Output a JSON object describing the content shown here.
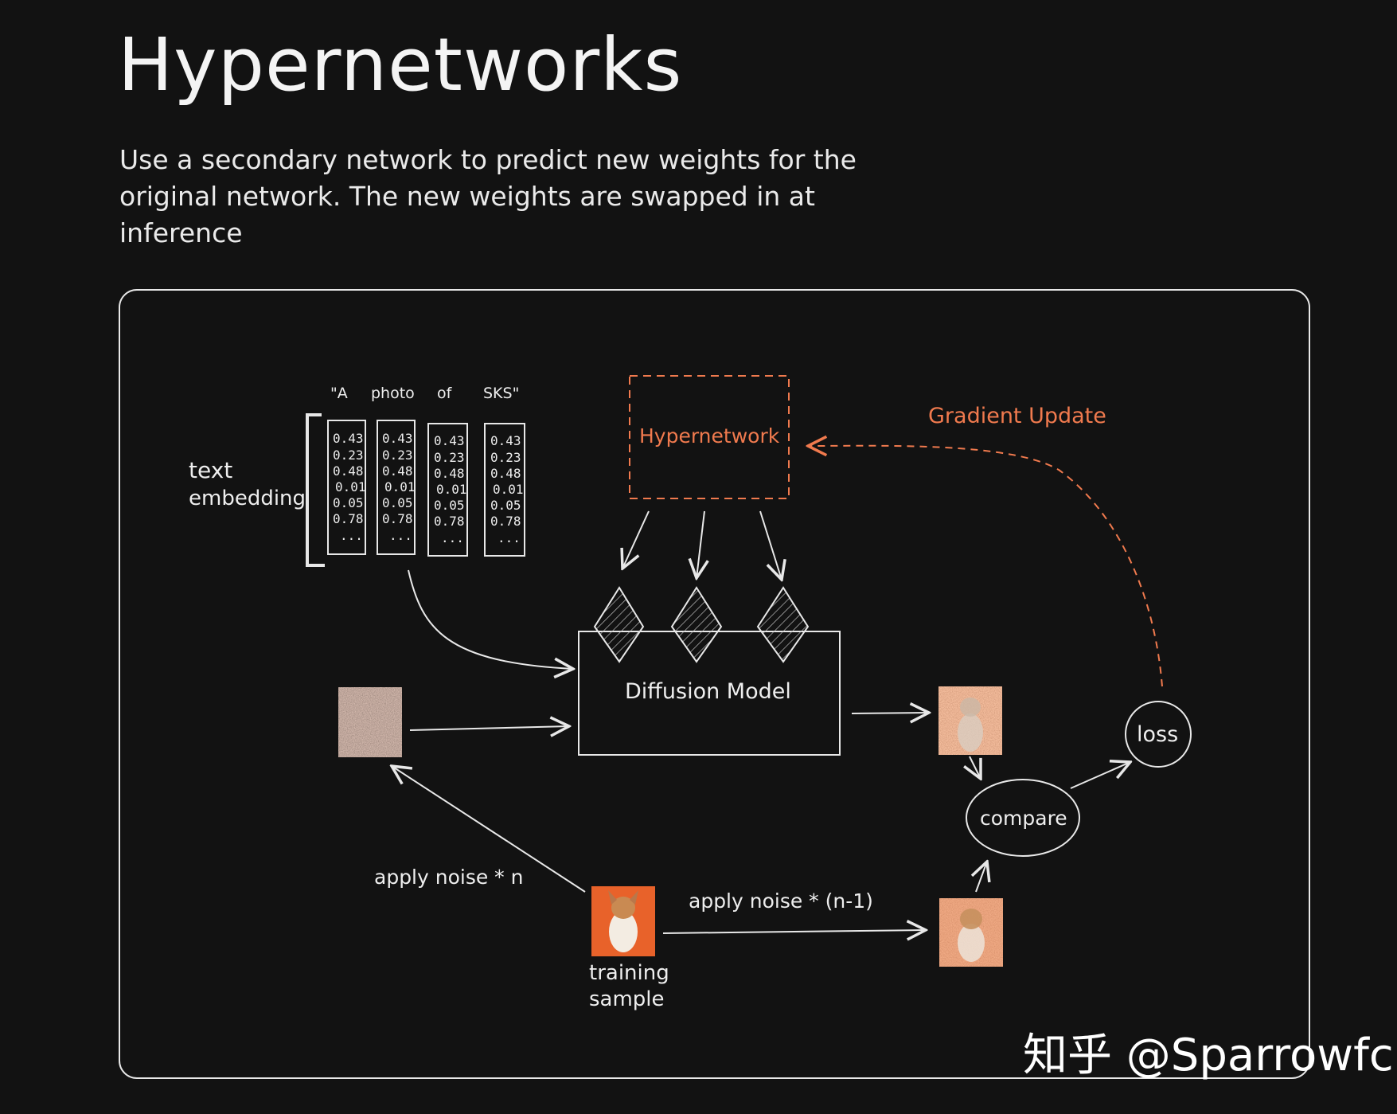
{
  "title": "Hypernetworks",
  "subtitle": "Use a secondary network to predict new weights for the original network. The new weights are swapped in at inference",
  "tokens": [
    "\"A",
    "photo",
    "of",
    "SKS\""
  ],
  "embedding_values": [
    "0.43",
    "0.23",
    "0.48",
    "0.01",
    "0.05",
    "0.78",
    "..."
  ],
  "labels": {
    "text_line1": "text",
    "text_line2": "embedding",
    "hypernetwork": "Hypernetwork",
    "gradient_update": "Gradient Update",
    "diffusion_model": "Diffusion Model",
    "loss": "loss",
    "compare": "compare",
    "apply_noise_n": "apply noise * n",
    "apply_noise_n1": "apply noise * (n-1)",
    "training_line1": "training",
    "training_line2": "sample"
  },
  "watermark": "知乎 @Sparrowfc",
  "colors": {
    "background": "#121212",
    "stroke": "#e8e8e8",
    "accent": "#f07a4e"
  }
}
